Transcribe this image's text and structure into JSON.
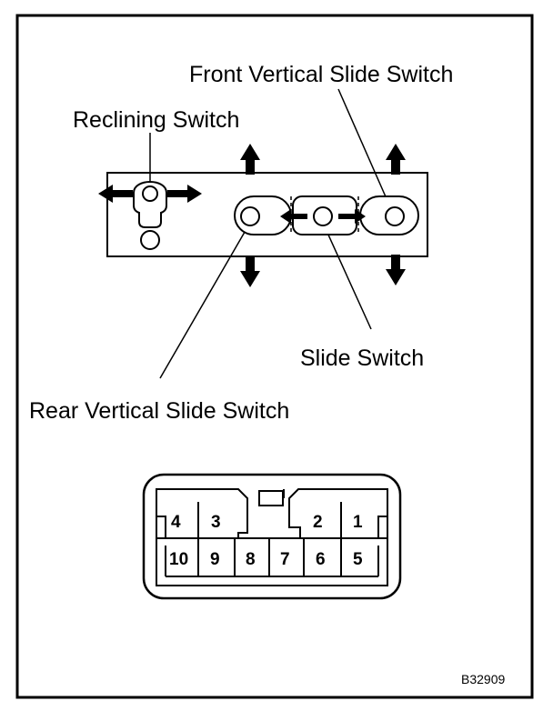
{
  "labels": {
    "front_vertical": "Front Vertical Slide Switch",
    "reclining": "Reclining Switch",
    "slide": "Slide Switch",
    "rear_vertical": "Rear Vertical Slide Switch"
  },
  "connector_pins": {
    "top_row": [
      "4",
      "3",
      "2",
      "1"
    ],
    "bottom_row": [
      "10",
      "9",
      "8",
      "7",
      "6",
      "5"
    ]
  },
  "figure_code": "B32909"
}
